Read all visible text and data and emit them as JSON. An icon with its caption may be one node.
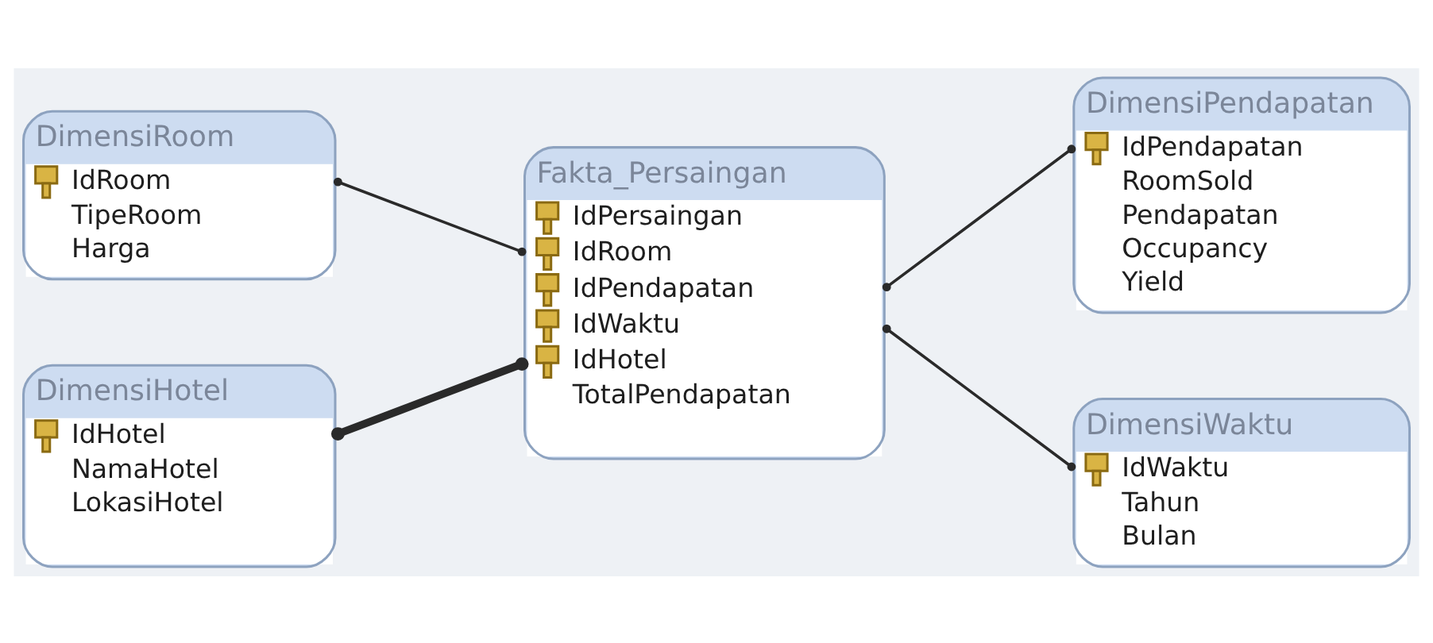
{
  "diagram": {
    "nodes": [
      {
        "text": [
          "DimensiRoom",
          "IdRoom",
          "TipeRoom",
          "Harga"
        ]
      },
      {
        "text": [
          "Fakta_Persaingan",
          "IdPersaingan",
          "IdRoom",
          "IdPendapatan",
          "IdWaktu",
          "IdHotel",
          "TotalPendapatan"
        ]
      },
      {
        "text": [
          "DimensiPendapatan",
          "IdPendapatan",
          "RoomSold",
          "Pendapatan",
          "Occupancy",
          "Yield"
        ]
      },
      {
        "text": [
          "DimensiHotel",
          "IdHotel",
          "NamaHotel",
          "LokasiHotel"
        ]
      },
      {
        "text": [
          "DimensiWaktu",
          "IdWaktu",
          "Tahun",
          "Bulan"
        ]
      }
    ],
    "edges": [
      {
        "from": 0,
        "to": 1,
        "arrow": "other"
      },
      {
        "from": 3,
        "to": 1,
        "arrow": "other",
        "style": "thick"
      },
      {
        "from": 1,
        "to": 2,
        "arrow": "other"
      },
      {
        "from": 1,
        "to": 4,
        "arrow": "other"
      }
    ]
  }
}
